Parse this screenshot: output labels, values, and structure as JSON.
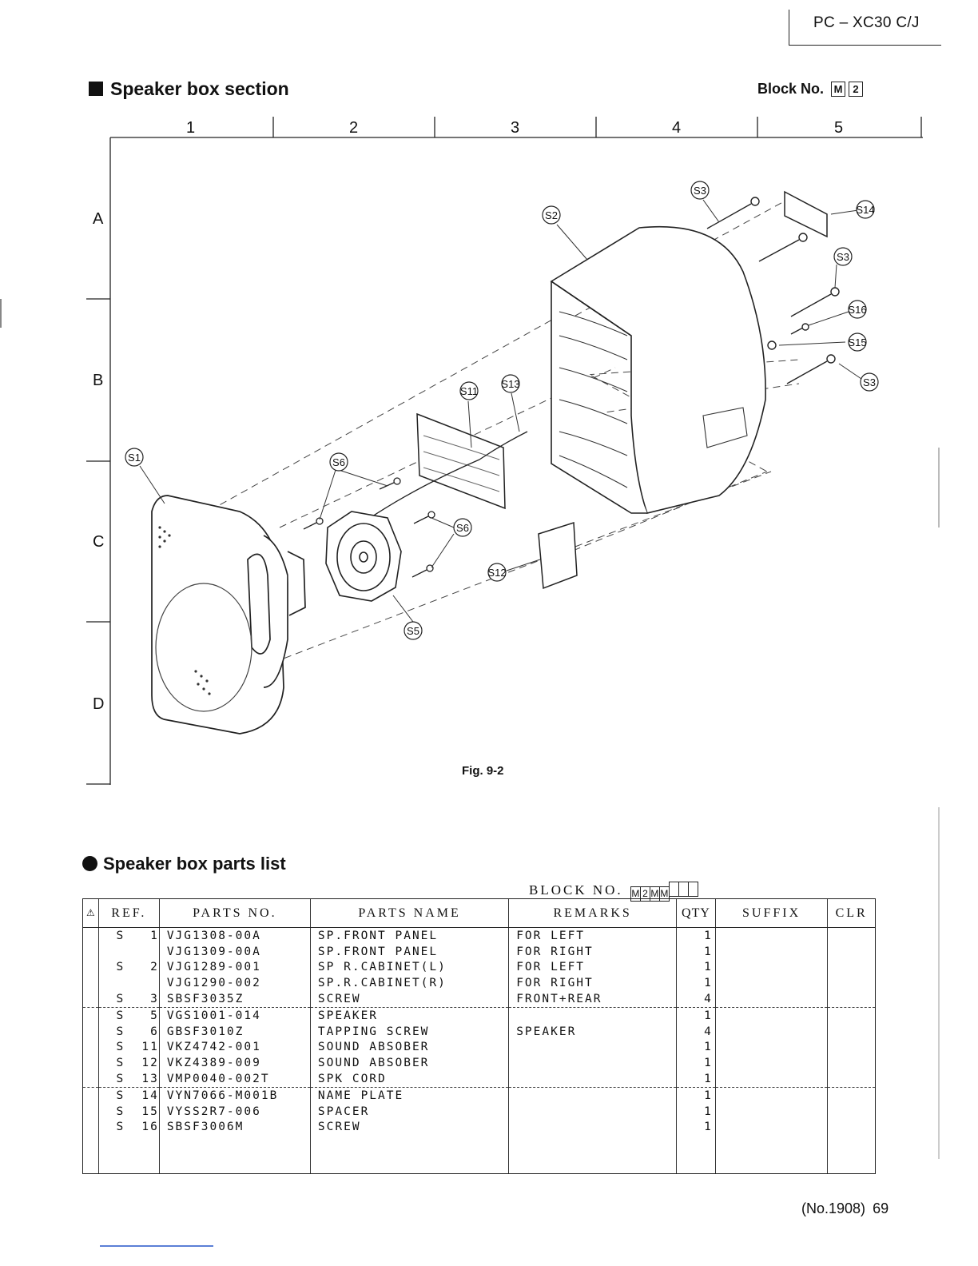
{
  "header": {
    "model": "PC – XC30 C/J"
  },
  "section": {
    "title": "Speaker box section",
    "block_label": "Block No.",
    "block_codes": [
      "M",
      "2"
    ]
  },
  "grid": {
    "columns": [
      "1",
      "2",
      "3",
      "4",
      "5"
    ],
    "rows": [
      "A",
      "B",
      "C",
      "D"
    ]
  },
  "figure": {
    "caption": "Fig. 9-2",
    "callouts": [
      "S1",
      "S2",
      "S3",
      "S3",
      "S3",
      "S5",
      "S6",
      "S6",
      "S11",
      "S12",
      "S13",
      "S14",
      "S15",
      "S16"
    ]
  },
  "parts_list": {
    "title": "Speaker box parts list",
    "block_no_label": "BLOCK NO.",
    "block_no_cells": [
      "M",
      "2",
      "M",
      "M",
      "",
      "",
      ""
    ],
    "columns": {
      "warn": "⚠",
      "ref": "REF.",
      "parts_no": "PARTS NO.",
      "parts_name": "PARTS NAME",
      "remarks": "REMARKS",
      "qty": "QTY",
      "suffix": "SUFFIX",
      "clr": "CLR"
    },
    "rows": [
      {
        "s": "S",
        "n": "1",
        "parts_no": "VJG1308-00A",
        "name": "SP.FRONT PANEL",
        "remarks": "FOR LEFT",
        "qty": "1"
      },
      {
        "s": "",
        "n": "",
        "parts_no": "VJG1309-00A",
        "name": "SP.FRONT PANEL",
        "remarks": "FOR RIGHT",
        "qty": "1"
      },
      {
        "s": "S",
        "n": "2",
        "parts_no": "VJG1289-001",
        "name": "SP R.CABINET(L)",
        "remarks": "FOR LEFT",
        "qty": "1"
      },
      {
        "s": "",
        "n": "",
        "parts_no": "VJG1290-002",
        "name": "SP.R.CABINET(R)",
        "remarks": "FOR RIGHT",
        "qty": "1"
      },
      {
        "s": "S",
        "n": "3",
        "parts_no": "SBSF3035Z",
        "name": "SCREW",
        "remarks": "FRONT+REAR",
        "qty": "4"
      },
      {
        "s": "S",
        "n": "5",
        "parts_no": "VGS1001-014",
        "name": "SPEAKER",
        "remarks": "",
        "qty": "1"
      },
      {
        "s": "S",
        "n": "6",
        "parts_no": "GBSF3010Z",
        "name": "TAPPING SCREW",
        "remarks": "SPEAKER",
        "qty": "4"
      },
      {
        "s": "S",
        "n": "11",
        "parts_no": "VKZ4742-001",
        "name": "SOUND ABSOBER",
        "remarks": "",
        "qty": "1"
      },
      {
        "s": "S",
        "n": "12",
        "parts_no": "VKZ4389-009",
        "name": "SOUND ABSOBER",
        "remarks": "",
        "qty": "1"
      },
      {
        "s": "S",
        "n": "13",
        "parts_no": "VMP0040-002T",
        "name": "SPK CORD",
        "remarks": "",
        "qty": "1"
      },
      {
        "s": "S",
        "n": "14",
        "parts_no": "VYN7066-M001B",
        "name": "NAME PLATE",
        "remarks": "",
        "qty": "1"
      },
      {
        "s": "S",
        "n": "15",
        "parts_no": "VYSS2R7-006",
        "name": "SPACER",
        "remarks": "",
        "qty": "1"
      },
      {
        "s": "S",
        "n": "16",
        "parts_no": "SBSF3006M",
        "name": "SCREW",
        "remarks": "",
        "qty": "1"
      }
    ]
  },
  "footer": {
    "doc_no": "(No.1908)",
    "page": "69"
  }
}
